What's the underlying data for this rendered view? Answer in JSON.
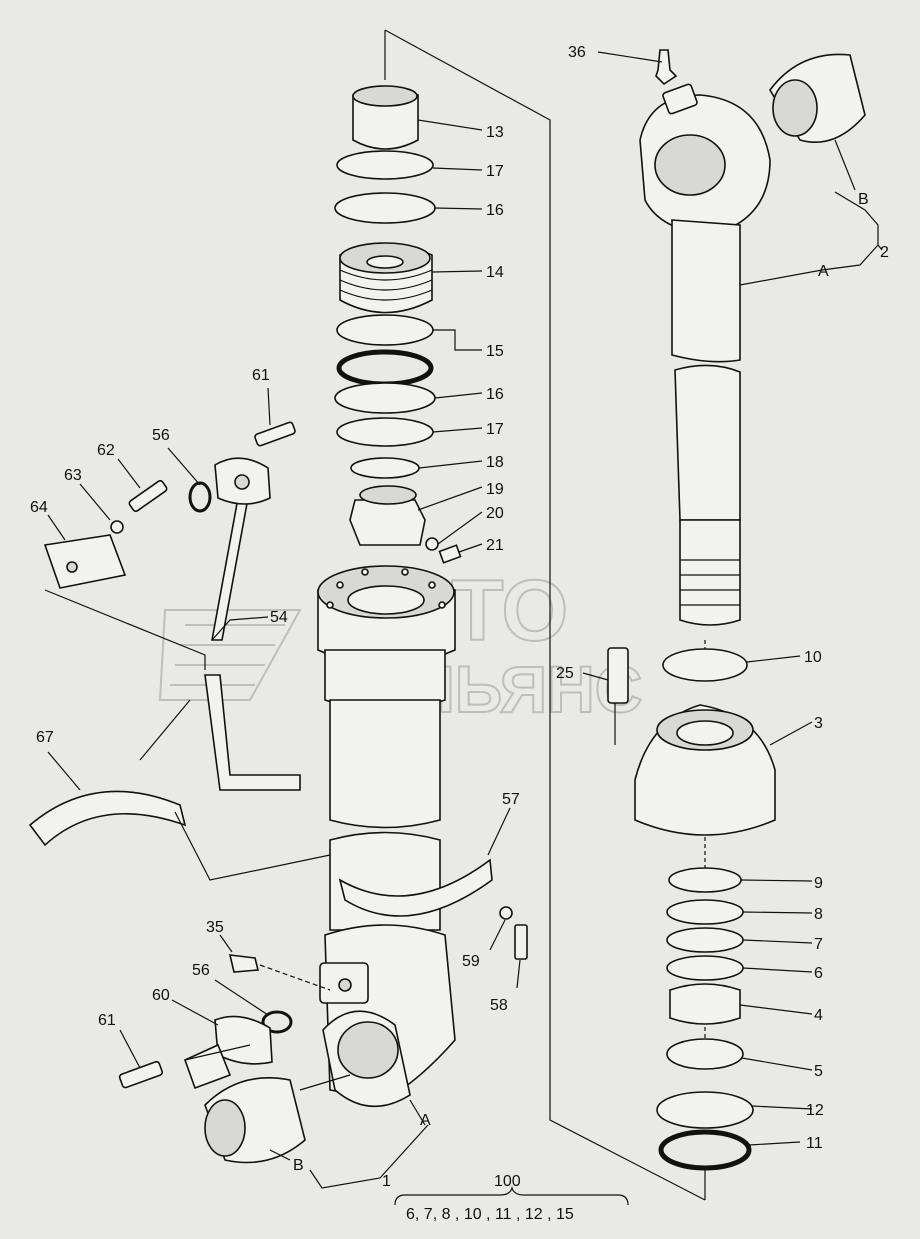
{
  "callouts": [
    "36",
    "13",
    "17",
    "16",
    "14",
    "15",
    "16",
    "17",
    "18",
    "19",
    "20",
    "21",
    "61",
    "56",
    "62",
    "63",
    "64",
    "54",
    "B",
    "2",
    "A",
    "10",
    "25",
    "3",
    "9",
    "8",
    "7",
    "6",
    "4",
    "5",
    "12",
    "11",
    "67",
    "57",
    "35",
    "56",
    "60",
    "61",
    "59",
    "58",
    "A",
    "B",
    "1"
  ],
  "assembly_number": "100",
  "assembly_contents": "6, 7, 8 , 10 , 11 , 12 , 15",
  "watermark": {
    "line1": "АВТО",
    "line2": "АЛЬЯНС"
  }
}
